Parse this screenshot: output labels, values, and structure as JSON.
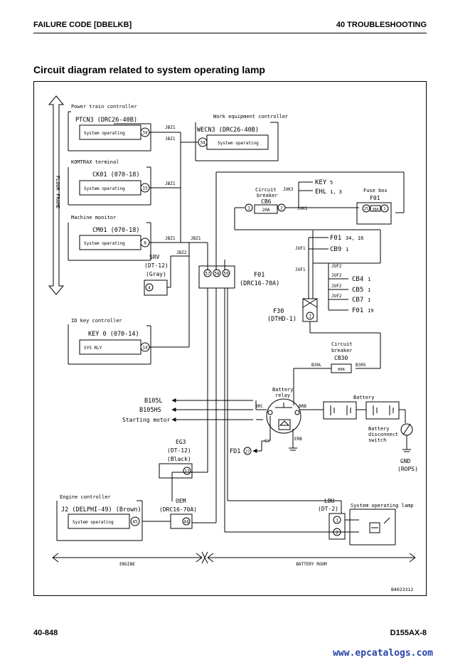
{
  "header": {
    "left": "FAILURE CODE [DBELKB]",
    "right": "40 TROUBLESHOOTING"
  },
  "title": "Circuit diagram related to system operating lamp",
  "footer": {
    "page": "40-848",
    "model": "D155AX-8",
    "watermark": "www.epcatalogs.com"
  },
  "diagram": {
    "frame_label": "FLOOR FRAME",
    "ptcn3": {
      "title": "Power train controller",
      "connector": "PTCN3 (DRC26-40B)",
      "signal": "System operating",
      "pin": "34"
    },
    "wecn3": {
      "title": "Work equipment controller",
      "connector": "WECN3 (DRC26-40B)",
      "signal": "System operating",
      "pin": "34"
    },
    "ck01": {
      "title": "KOMTRAX terminal",
      "connector": "CK01 (070-18)",
      "signal": "System operating",
      "pin": "15"
    },
    "cm01": {
      "title": "Machine monitor",
      "connector": "CM01 (070-18)",
      "signal": "System operating",
      "pin": "8"
    },
    "srv": {
      "name": "SRV",
      "type": "(DT-12)",
      "color": "(Gray)",
      "pin": "4"
    },
    "key0": {
      "title": "ID key controller",
      "connector": "KEY 0 (070-14)",
      "signal": "SYS RLY",
      "pin": "14"
    },
    "f01": {
      "name": "F01",
      "type": "(DRC16-70A)",
      "pins": [
        "57",
        "58",
        "59"
      ]
    },
    "f30": {
      "name": "F30",
      "type": "(DTHD-1)",
      "pin": "1"
    },
    "cb6": {
      "title1": "Circuit",
      "title2": "breaker",
      "name": "CB6",
      "rating": "20A",
      "pin_l": "1",
      "pin_r": "2"
    },
    "key_ref": "KEY",
    "key_ref_pins": "5",
    "ehl_ref": "EHL",
    "ehl_ref_pins": "1, 3",
    "fusebox": {
      "title": "Fuse box",
      "name": "F01",
      "rating": "30A",
      "pin_l": "25",
      "pin_r": "1"
    },
    "f01_ref": "F01",
    "f01_ref_pins": "34, 16",
    "cb9_ref": "CB9",
    "cb4_ref": "CB4",
    "cb5_ref": "CB5",
    "cb7_ref": "CB7",
    "f01_ref2": "F01",
    "f01_ref2_pin": "19",
    "ref_pin1": "1",
    "cb30": {
      "title1": "Circuit",
      "title2": "breaker",
      "name": "CB30",
      "rating": "80A",
      "pin_l": "B30L",
      "pin_r": "B30S"
    },
    "battery_relay": {
      "title1": "Battery",
      "title2": "relay",
      "brc": "BRC",
      "brb": "BRB",
      "sw": "SW",
      "erb": "ERB"
    },
    "battery": {
      "title": "Battery"
    },
    "disconnect": {
      "l1": "Battery",
      "l2": "disconnect",
      "l3": "switch"
    },
    "gnd": {
      "name": "GND",
      "sub": "(ROPS)"
    },
    "b105l": "B105L",
    "b105hs": "B105HS",
    "starting_motor": "Starting motor",
    "fd1": "FD1",
    "fd1_pin": "27",
    "eg3": {
      "name": "EG3",
      "type": "(DT-12)",
      "color": "(Black)",
      "pin": "12"
    },
    "oem": {
      "name": "OEM",
      "type": "(DRC16-70A)",
      "pin": "44"
    },
    "j2": {
      "title": "Engine controller",
      "connector": "J2 (DELPHI-49) (Brown)",
      "signal": "System operating",
      "pin": "45"
    },
    "lbu": {
      "name": "LBU",
      "type": "(DT-2)",
      "pin1": "1",
      "pin2": "2",
      "lamp": "System operating lamp"
    },
    "wire_labels": {
      "jbz1": "JBZ1",
      "jbz2": "JBZ2",
      "juk3": "JUK3",
      "juk1": "JUK1",
      "juf1": "JUF1",
      "juf2": "JUF2"
    },
    "zone_engine": "ENGINE",
    "zone_battery": "BATTERY ROOM",
    "code": "B4023312"
  }
}
